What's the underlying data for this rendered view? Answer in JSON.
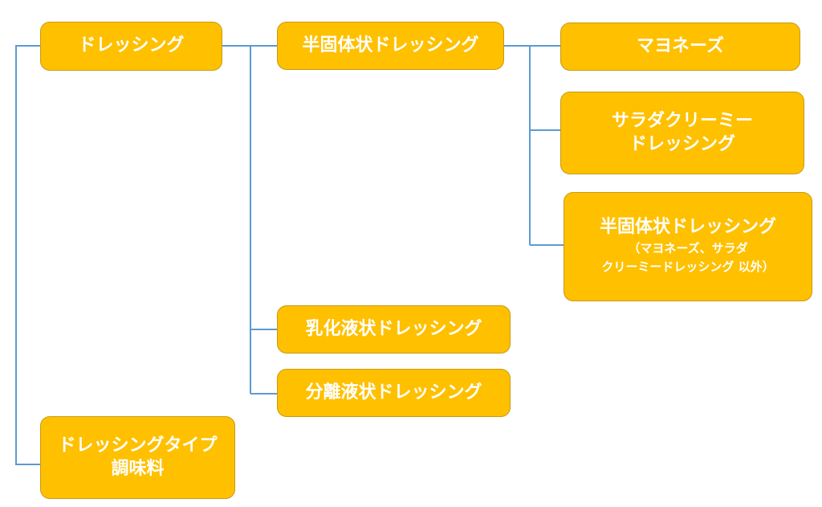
{
  "diagram": {
    "nodes": {
      "root": {
        "label": "ドレッシング"
      },
      "semi_solid": {
        "label": "半固体状ドレッシング"
      },
      "mayonnaise": {
        "label": "マヨネーズ"
      },
      "salad_creamy": {
        "line1": "サラダクリーミー",
        "line2": "ドレッシング"
      },
      "semi_solid_other": {
        "line1": "半固体状ドレッシング",
        "line2": "（マヨネーズ、サラダ",
        "line3": "クリーミードレッシング 以外）"
      },
      "emulsified_liquid": {
        "label": "乳化液状ドレッシング"
      },
      "separated_liquid": {
        "label": "分離液状ドレッシング"
      },
      "dressing_type": {
        "line1": "ドレッシングタイプ",
        "line2": "調味料"
      }
    },
    "colors": {
      "box_fill": "#ffc000",
      "box_border": "#c79a12",
      "text": "#ffffff",
      "connector": "#5b9bd5"
    }
  }
}
